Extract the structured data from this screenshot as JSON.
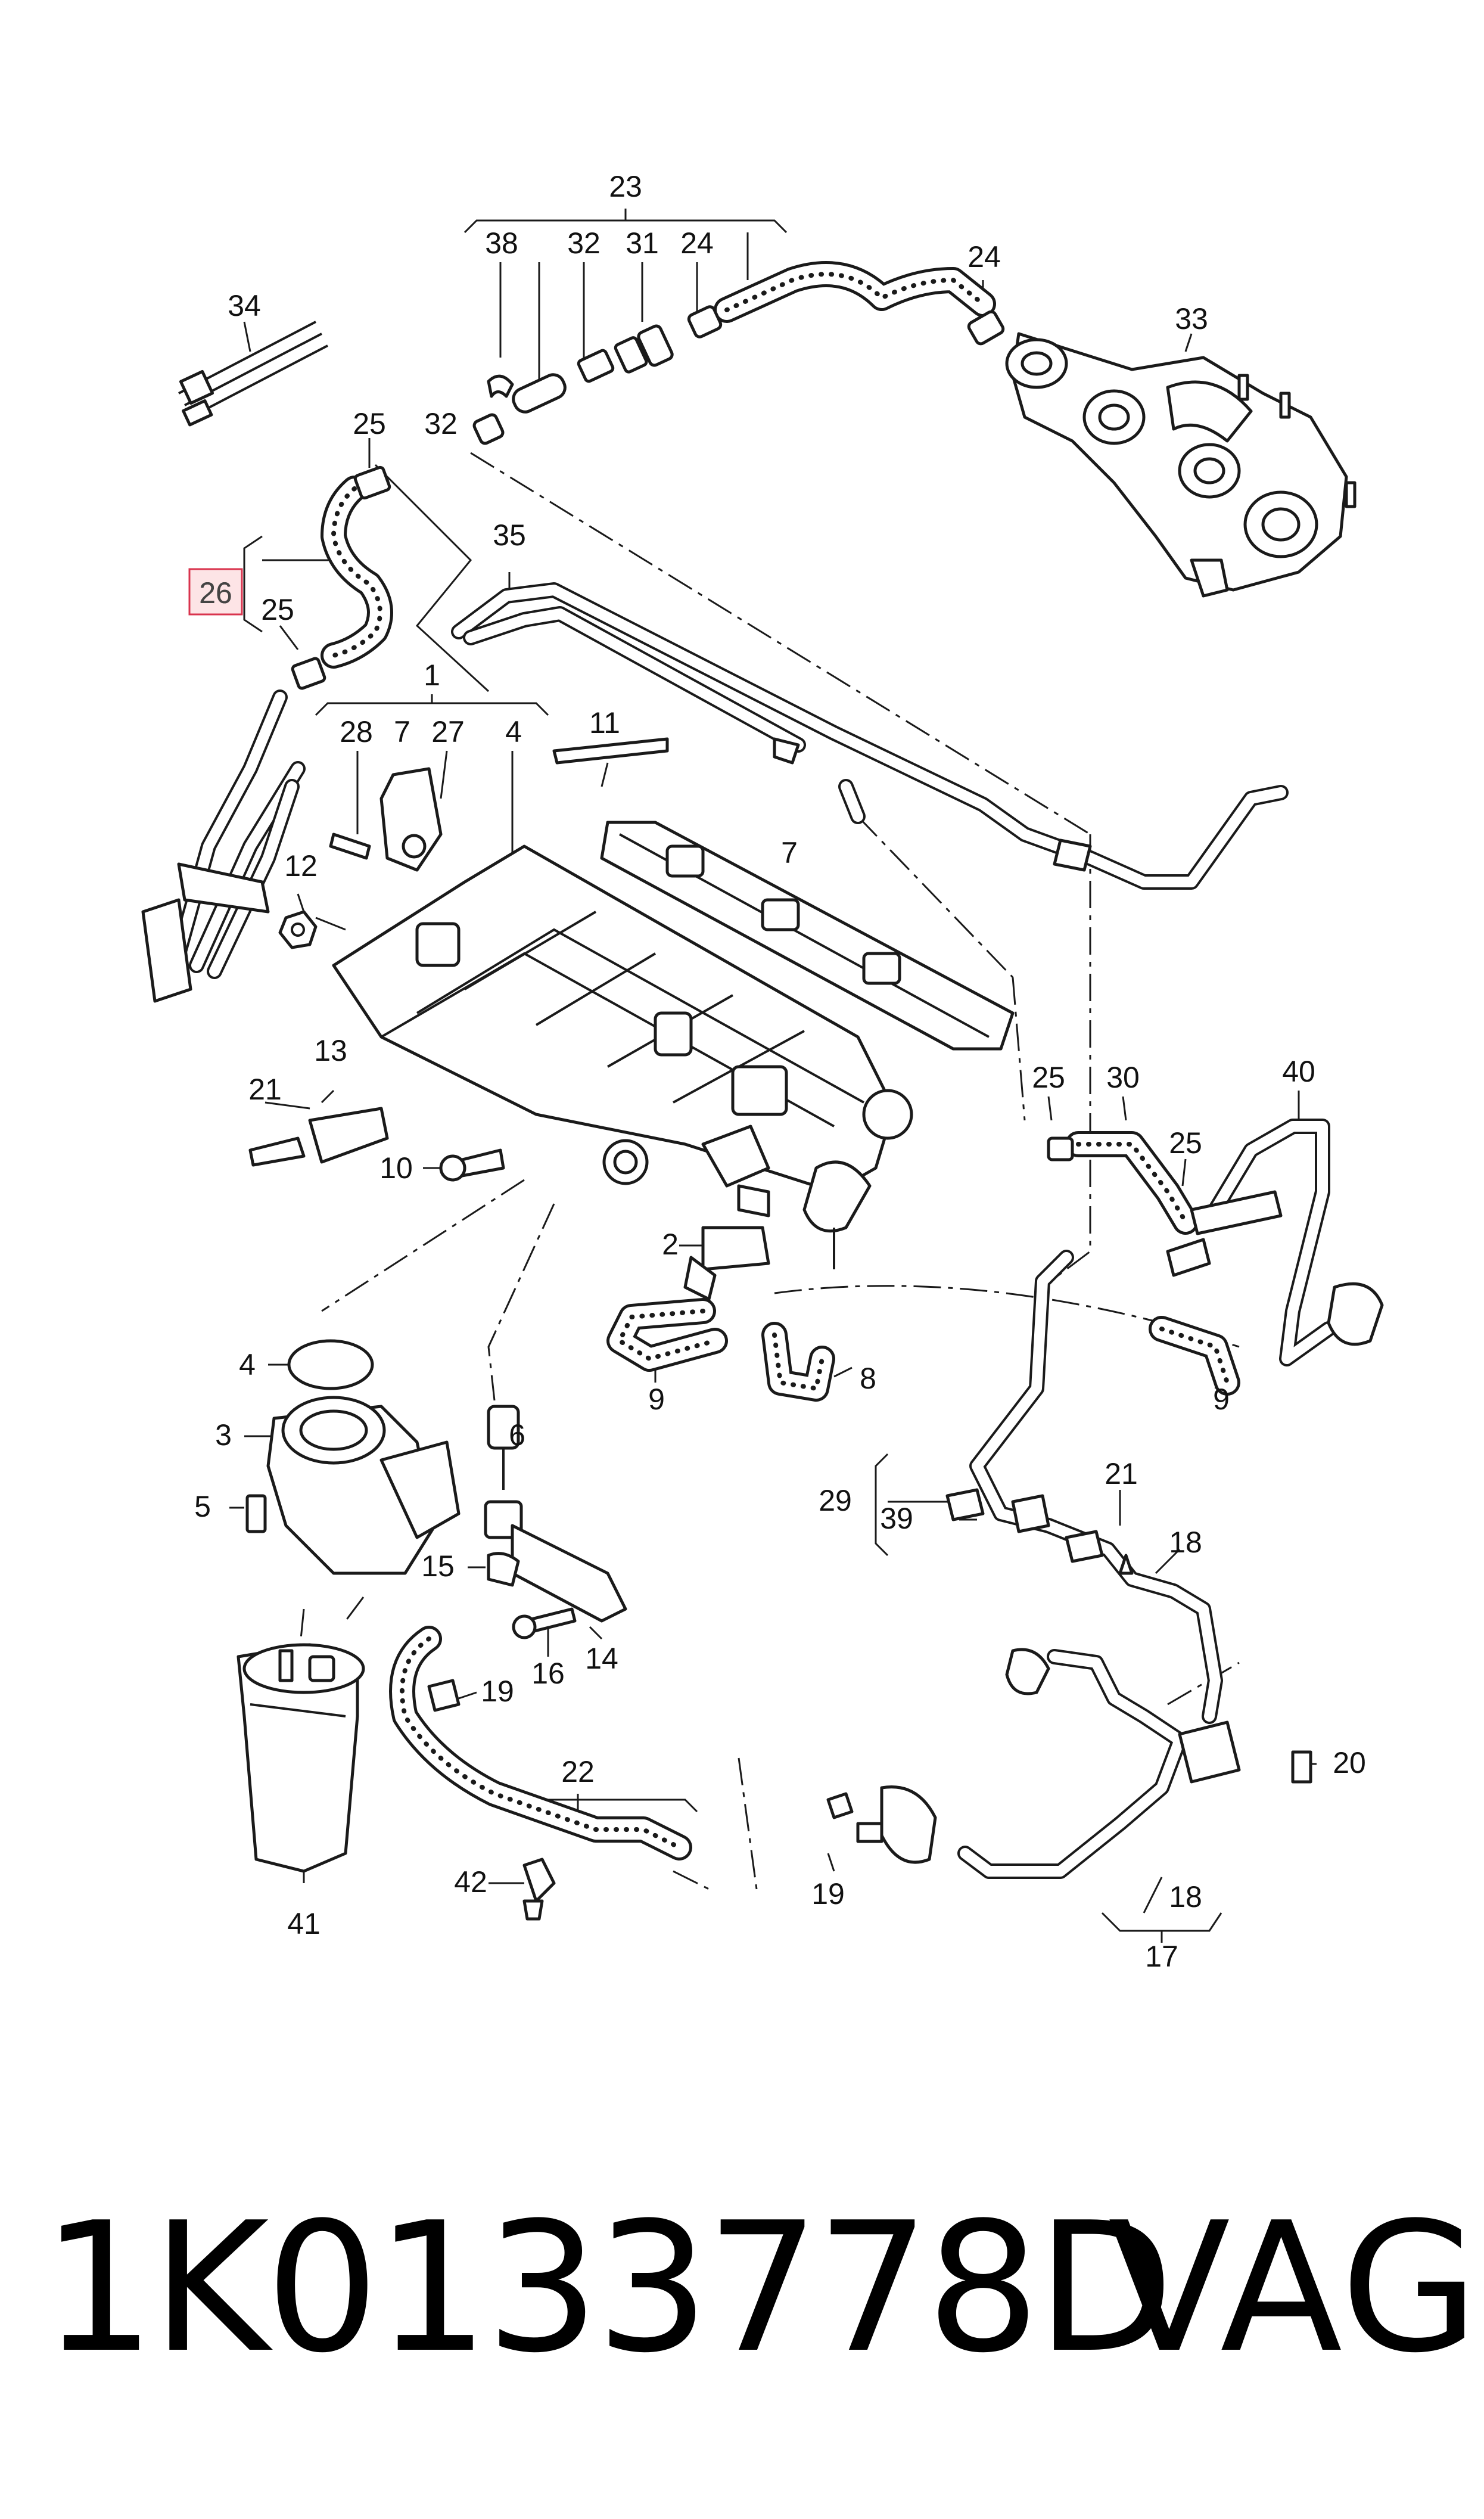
{
  "diagram": {
    "highlighted_label": "26",
    "labels": [
      "23",
      "38",
      "32",
      "31",
      "24",
      "24",
      "34",
      "33",
      "25",
      "32",
      "35",
      "26",
      "25",
      "1",
      "28",
      "7",
      "27",
      "4",
      "11",
      "7",
      "12",
      "13",
      "21",
      "10",
      "25",
      "30",
      "40",
      "25",
      "2",
      "9",
      "8",
      "9",
      "4",
      "6",
      "3",
      "5",
      "29",
      "39",
      "21",
      "18",
      "15",
      "14",
      "16",
      "19",
      "22",
      "20",
      "42",
      "19",
      "41",
      "18",
      "17"
    ]
  },
  "footer": {
    "part_number": "1K0133778D",
    "brand": "VAG"
  }
}
